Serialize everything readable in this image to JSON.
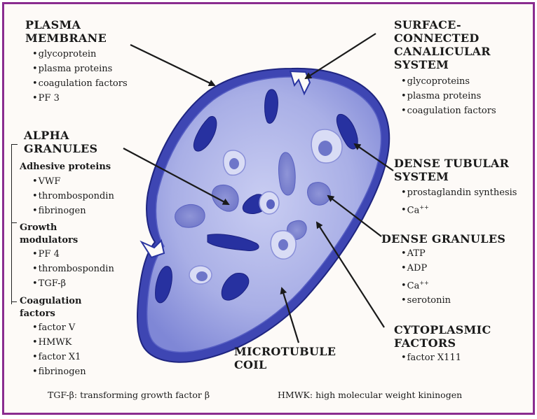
{
  "plasma_membrane": {
    "title_lines": [
      "PLASMA",
      "MEMBRANE"
    ],
    "items": [
      "glycoprotein",
      "plasma proteins",
      "coagulation factors",
      "PF 3"
    ]
  },
  "alpha_granules": {
    "title_lines": [
      "ALPHA",
      "GRANULES"
    ],
    "adhesive": {
      "title": "Adhesive proteins",
      "items": [
        "VWF",
        "thrombospondin",
        "fibrinogen"
      ]
    },
    "growth": {
      "title_lines": [
        "Growth",
        "modulators"
      ],
      "items": [
        "PF 4",
        "thrombospondin",
        "TGF-β"
      ]
    },
    "coag": {
      "title_lines": [
        "Coagulation",
        "factors"
      ],
      "items": [
        "factor V",
        "HMWK",
        "factor X1",
        "fibrinogen"
      ]
    }
  },
  "scc_system": {
    "title_lines": [
      "SURFACE-",
      "CONNECTED",
      "CANALICULAR",
      "SYSTEM"
    ],
    "items": [
      "glycoproteins",
      "plasma proteins",
      "coagulation factors"
    ]
  },
  "dense_tubular": {
    "title_lines": [
      "DENSE TUBULAR",
      "SYSTEM"
    ],
    "items": [
      "prostaglandin synthesis",
      "Ca"
    ],
    "superscript": "++"
  },
  "dense_granules": {
    "title": "DENSE GRANULES",
    "items": [
      "ATP",
      "ADP",
      "Ca",
      "serotonin"
    ],
    "superscript": "++"
  },
  "cytoplasmic": {
    "title_lines": [
      "CYTOPLASMIC",
      "FACTORS"
    ],
    "items": [
      "factor X111"
    ]
  },
  "microtubule": {
    "title_lines": [
      "MICROTUBULE",
      "COIL"
    ]
  },
  "footnotes": {
    "left": "TGF-β: transforming growth factor β",
    "right": "HMWK: high molecular weight kininogen"
  },
  "colors": {
    "frame": "#8a2c8f",
    "membrane": "#3f47b0",
    "cytoplasm": "#9da5e0",
    "granule_dark": "#2a35a0"
  }
}
